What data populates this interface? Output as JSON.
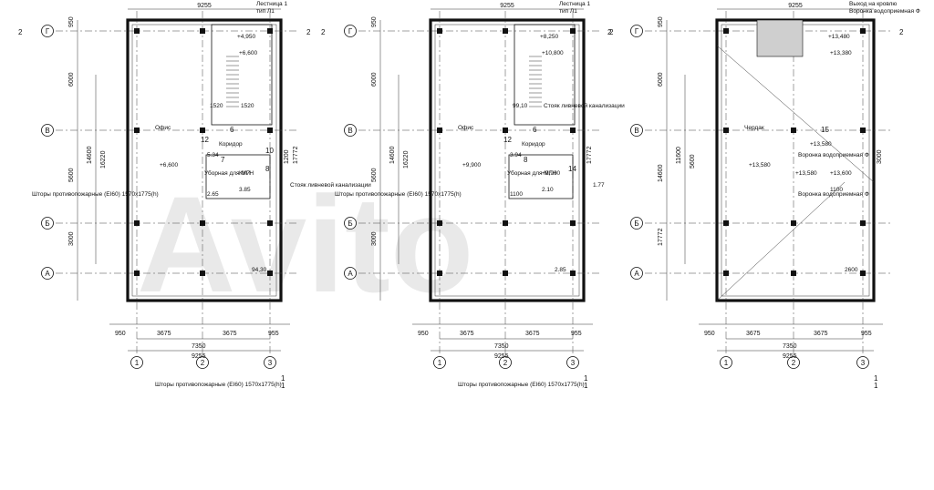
{
  "plans": [
    {
      "id": "plan-1",
      "room_labels": [
        {
          "text": "Офис"
        },
        {
          "text": "+6,600"
        },
        {
          "text": "Коридор"
        },
        {
          "text": "Уборная для МГН"
        },
        {
          "text": "КУИ"
        },
        {
          "text": "+6,600"
        },
        {
          "text": "+4,950"
        },
        {
          "text": "Лестница 1"
        },
        {
          "text": "тип Л1"
        },
        {
          "text": "5.34"
        },
        {
          "text": "2.65"
        },
        {
          "text": "3.85"
        },
        {
          "text": "94,30"
        },
        {
          "text": "Стояк ливневой канализации"
        },
        {
          "text": "1520"
        },
        {
          "text": "1520"
        },
        {
          "text": "Шторы противопожарные (EI60) 1570х1775(h)"
        },
        {
          "text": "Шторы противопожарные (EI60) 1570х1775(h)"
        }
      ],
      "top_dim": "9255",
      "height_dims": [
        "950",
        "6000",
        "14600",
        "5600",
        "16220",
        "3000",
        "1200",
        "17772"
      ],
      "bottom_dims_row1": [
        "950",
        "3675",
        "3675",
        "955"
      ],
      "bottom_dims_row2": [
        "7350"
      ],
      "bottom_dims_row3": [
        "9255"
      ],
      "bubbles_row": [
        "Г",
        "В",
        "Б",
        "А"
      ],
      "bubbles_col": [
        "1",
        "2",
        "3"
      ],
      "tags": [
        "2",
        "2",
        "1",
        "1",
        "6",
        "12",
        "7",
        "8",
        "10"
      ]
    },
    {
      "id": "plan-2",
      "room_labels": [
        {
          "text": "Офис"
        },
        {
          "text": "+9,900"
        },
        {
          "text": "Коридор"
        },
        {
          "text": "Уборная для МГН"
        },
        {
          "text": "+9,900"
        },
        {
          "text": "+10,800"
        },
        {
          "text": "+8,250"
        },
        {
          "text": "Лестница 1"
        },
        {
          "text": "тип Л1"
        },
        {
          "text": "3.94"
        },
        {
          "text": "1100"
        },
        {
          "text": "2.10"
        },
        {
          "text": "2.85"
        },
        {
          "text": "1.77"
        },
        {
          "text": "99,10"
        },
        {
          "text": "Стояк ливневой канализации"
        },
        {
          "text": "Шторы противопожарные (EI60) 1570х1775(h)"
        },
        {
          "text": "Шторы противопожарные (EI60) 1570х1775(h)"
        }
      ],
      "top_dim": "9255",
      "height_dims": [
        "950",
        "6000",
        "14600",
        "5600",
        "16220",
        "3000",
        "17772"
      ],
      "bottom_dims_row1": [
        "950",
        "3675",
        "3675",
        "955"
      ],
      "bottom_dims_row2": [
        "7350"
      ],
      "bottom_dims_row3": [
        "9255"
      ],
      "bubbles_row": [
        "Г",
        "В",
        "Б",
        "А"
      ],
      "bubbles_col": [
        "1",
        "2",
        "3"
      ],
      "tags": [
        "2",
        "2",
        "1",
        "1",
        "6",
        "12",
        "8",
        "14"
      ]
    },
    {
      "id": "plan-3",
      "room_labels": [
        {
          "text": "Чердак"
        },
        {
          "text": "+13,580"
        },
        {
          "text": "+13,580"
        },
        {
          "text": "+13,580"
        },
        {
          "text": "+13,600"
        },
        {
          "text": "+13,380"
        },
        {
          "text": "+13,480"
        },
        {
          "text": "Выход на кровлю"
        },
        {
          "text": "Воронка водоприемная Ф"
        },
        {
          "text": "Воронка водоприемная Ф"
        },
        {
          "text": "Воронка водоприемная Ф"
        },
        {
          "text": "1100"
        },
        {
          "text": "2600"
        }
      ],
      "top_dim": "9255",
      "height_dims": [
        "950",
        "6000",
        "11600",
        "14600",
        "5600",
        "17772",
        "3000"
      ],
      "bottom_dims_row1": [
        "950",
        "3675",
        "3675",
        "955"
      ],
      "bottom_dims_row2": [
        "7350"
      ],
      "bottom_dims_row3": [
        "9255"
      ],
      "bubbles_row": [
        "Г",
        "В",
        "Б",
        "А"
      ],
      "bubbles_col": [
        "1",
        "2",
        "3"
      ],
      "tags": [
        "2",
        "2",
        "1",
        "1",
        "15"
      ]
    }
  ]
}
